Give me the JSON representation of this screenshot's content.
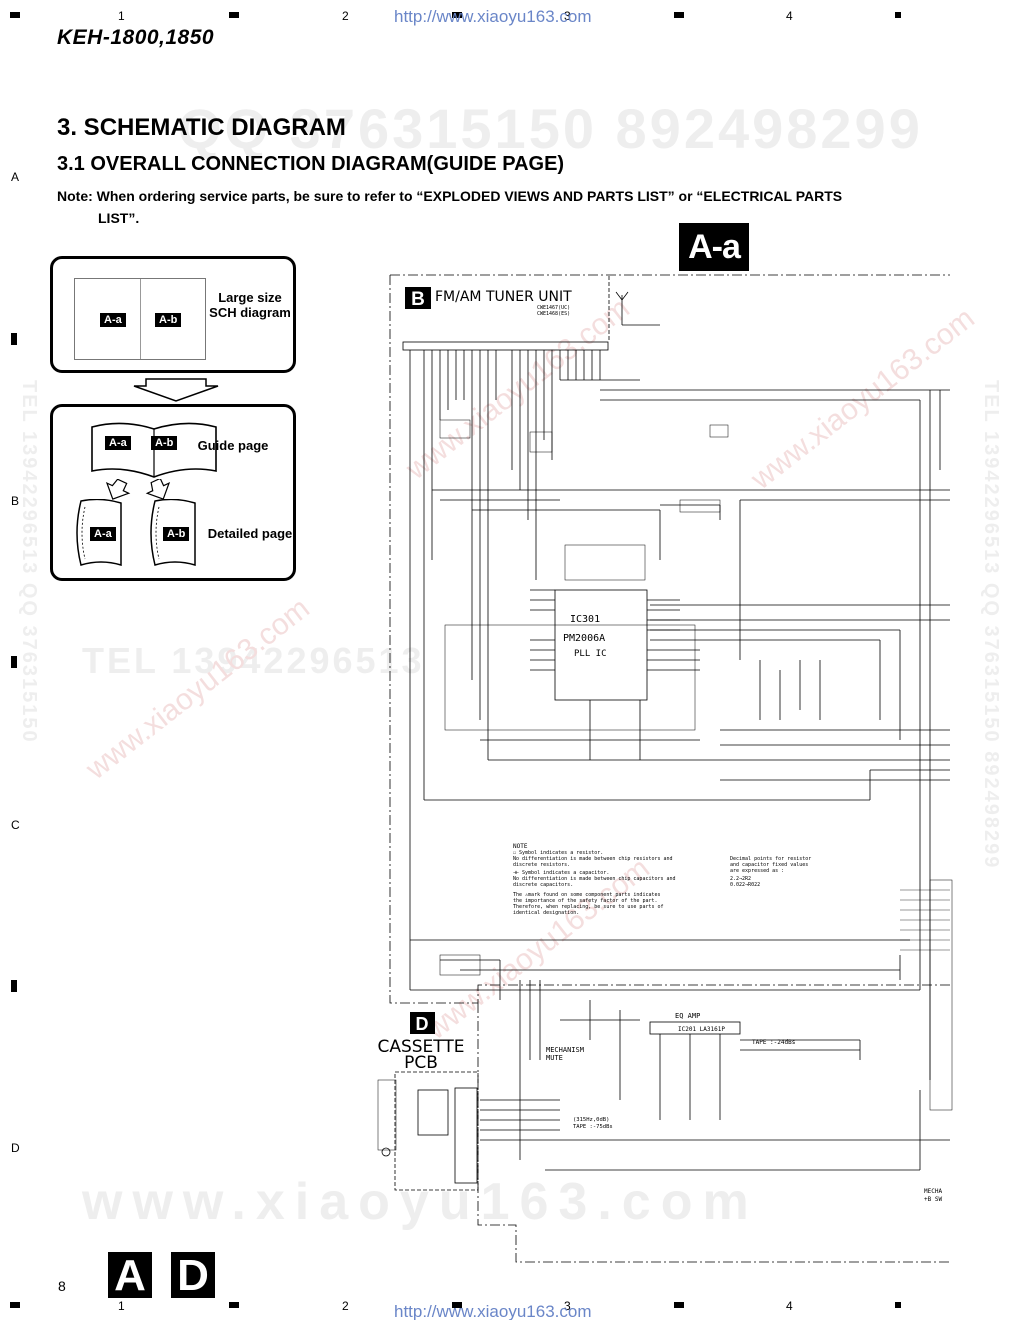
{
  "grid": {
    "columns": [
      "1",
      "2",
      "3",
      "4"
    ],
    "rows": [
      "A",
      "B",
      "C",
      "D"
    ]
  },
  "header": {
    "url": "http://www.xiaoyu163.com",
    "model": "KEH-1800,1850"
  },
  "title": {
    "section": "3. SCHEMATIC DIAGRAM",
    "subsection": "3.1 OVERALL CONNECTION DIAGRAM(GUIDE PAGE)",
    "note_line1": "Note: When ordering service parts, be sure to refer to “EXPLODED VIEWS AND PARTS LIST” or “ELECTRICAL PARTS",
    "note_line2": "LIST”."
  },
  "watermarks": {
    "qq_top": "QQ 376315150   892498299",
    "tel_mid": "TEL 13942296513",
    "site_bottom": "www.xiaoyu163.com",
    "site_rot": "www.xiaoyu163.com",
    "vert_right": "TEL 13942296513   QQ 376315150   892498299",
    "vert_left": "TEL 13942296513   QQ 376315150"
  },
  "badge": "A-a",
  "guide": {
    "chip_a": "A-a",
    "chip_b": "A-b",
    "large_label": "Large size SCH diagram",
    "guide_label": "Guide page",
    "detailed_label": "Detailed page"
  },
  "schematic": {
    "tuner_letter": "B",
    "tuner_title": "FM/AM TUNER UNIT",
    "tuner_sub1": "CWE1467(UC)",
    "tuner_sub2": "CWE1468(ES)",
    "ic301": "IC301",
    "ic301_part": "PM2006A",
    "ic301_desc": "PLL IC",
    "cassette_letter": "D",
    "cassette_title1": "CASSETTE",
    "cassette_title2": "PCB",
    "eq_amp": "EQ AMP",
    "ic201": "IC201  LA3161P",
    "tape_level": "TAPE :-24dBs",
    "mech_mute1": "MECHANISM",
    "mech_mute2": "MUTE",
    "tape_freq1": "(315Hz,0dB)",
    "tape_freq2": "TAPE :-75dBs",
    "mecha": "MECHA",
    "b_sw": "+B SW",
    "note_title": "NOTE",
    "note_lines": [
      "☐ Symbol indicates a resistor.",
      "  No differentiation is made between chip resistors and",
      "  discrete resistors.",
      "⊣⊢ Symbol indicates a capacitor.",
      "  No differentiation is made between chip capacitors and",
      "  discrete capacitors.",
      "The ⚠mark found on some component parts indicates",
      "the importance of the safety factor of the part.",
      "Therefore, when replacing, be sure to use parts of",
      "identical designation."
    ],
    "decimal_lines": [
      "Decimal points for resistor",
      "and capacitor fixed values",
      "are expressed as :",
      "2.2→2R2",
      "0.022→R022"
    ]
  },
  "footer": {
    "page_number": "8",
    "tab_a": "A",
    "tab_d": "D"
  }
}
